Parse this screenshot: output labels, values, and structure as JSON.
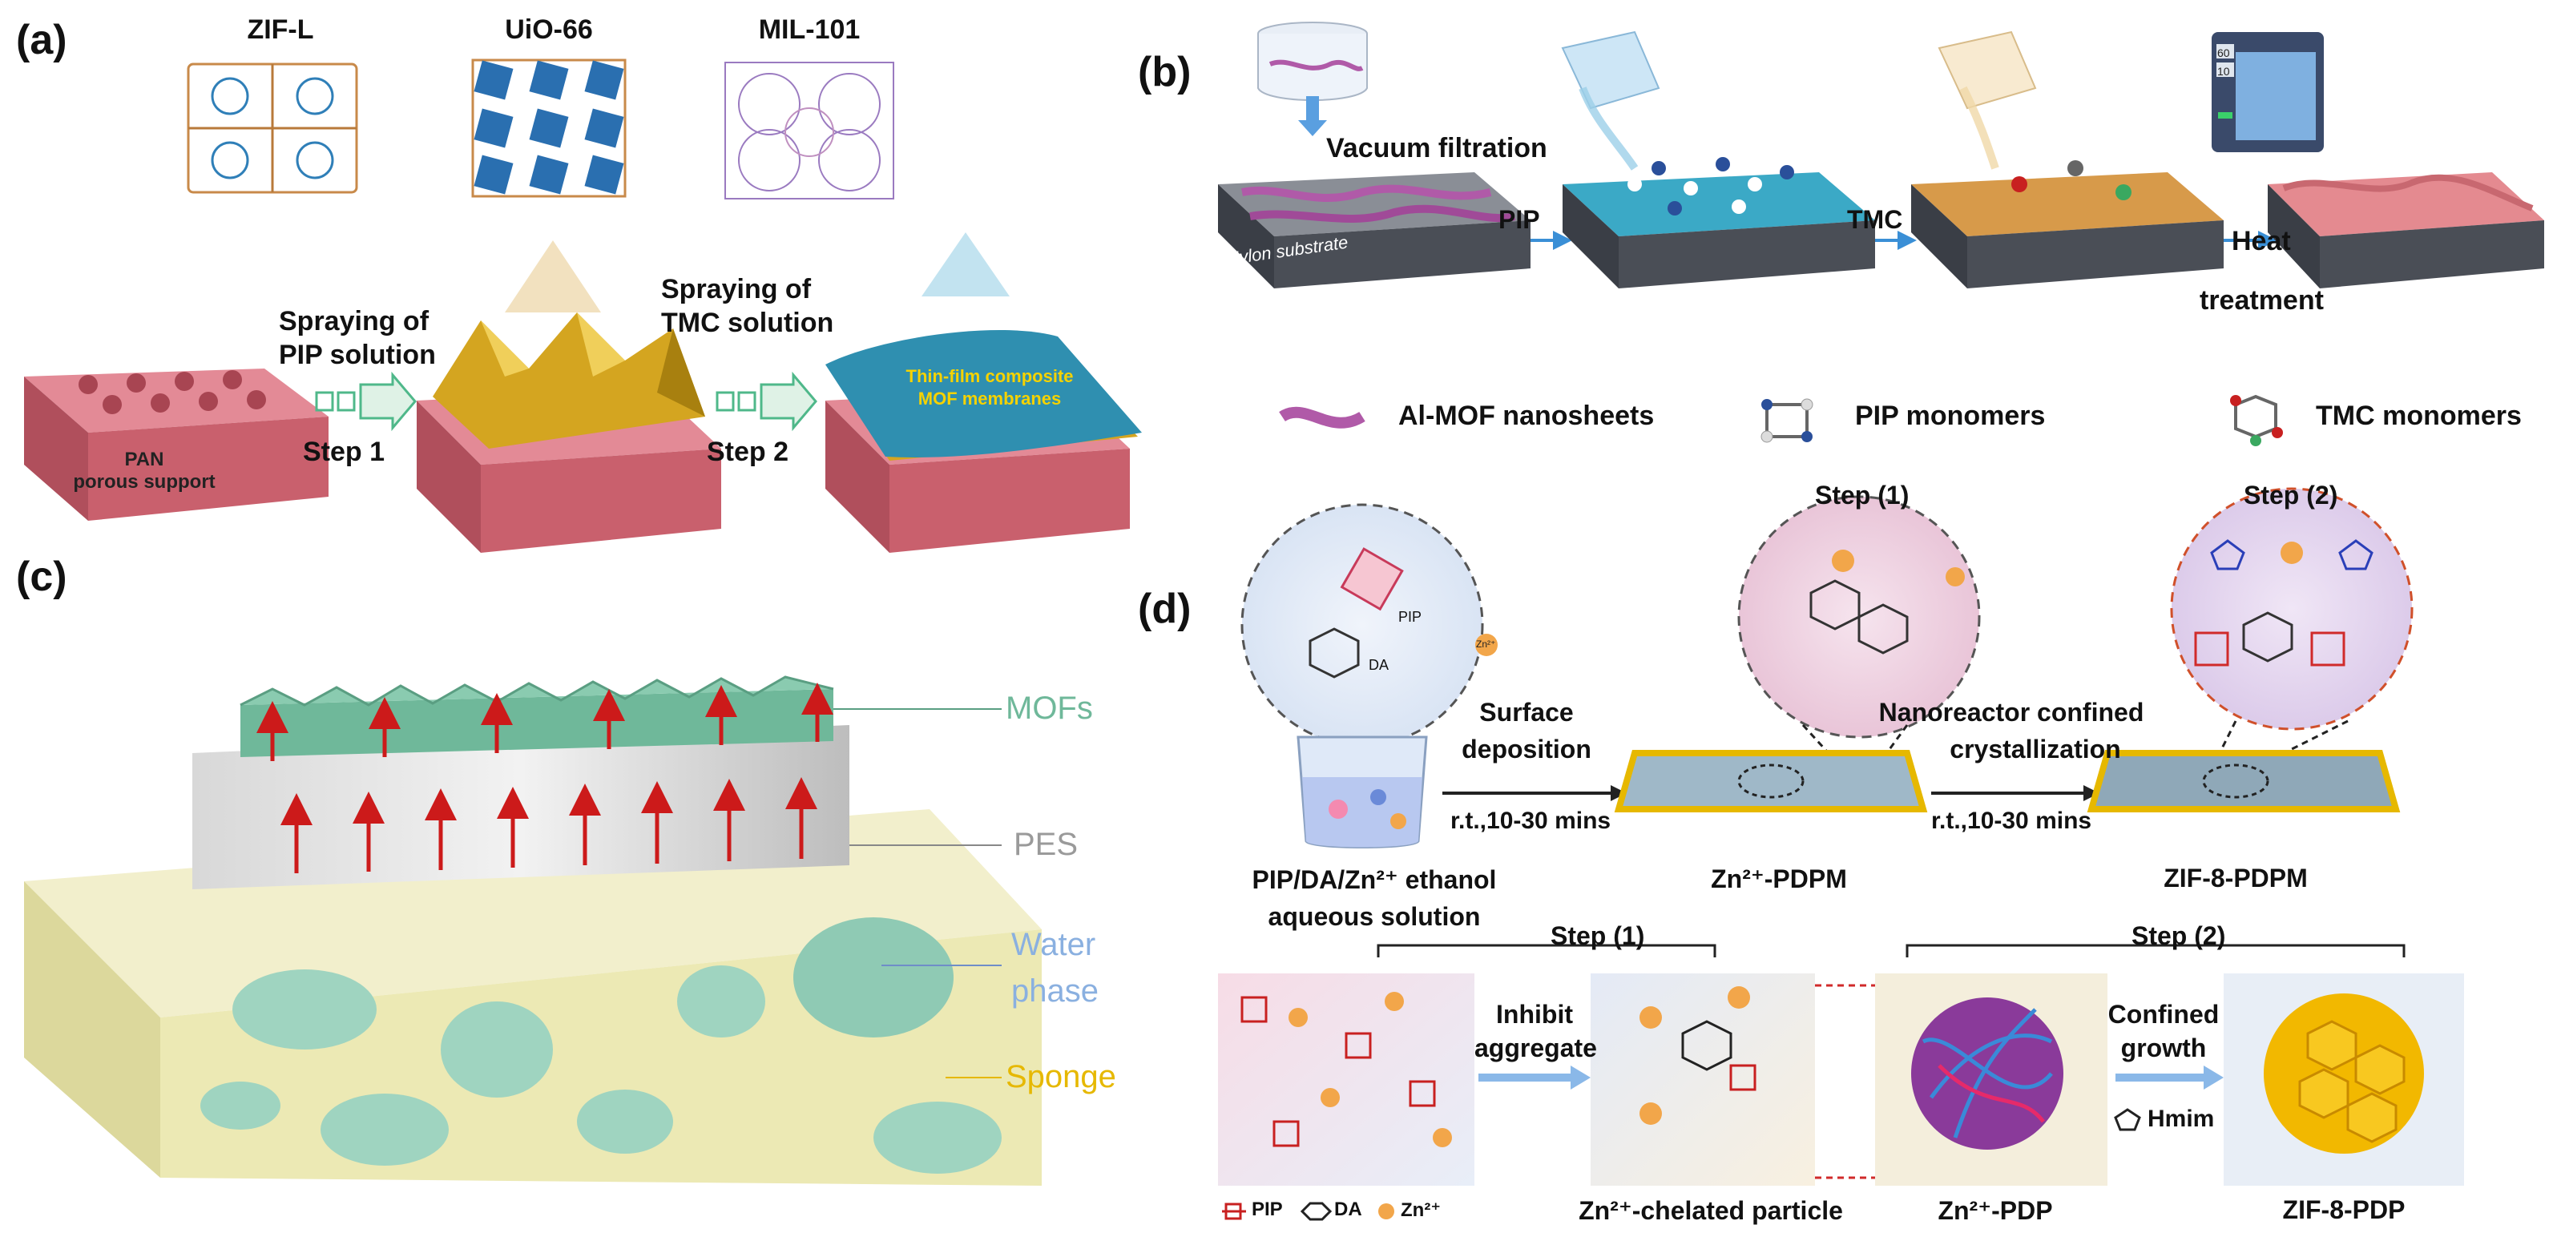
{
  "panel_a": {
    "letter": "(a)",
    "mof1": "ZIF-L",
    "mof2": "UiO-66",
    "mof3": "MIL-101",
    "spray_pip_line1": "Spraying of",
    "spray_pip_line2": "PIP solution",
    "spray_tmc_line1": "Spraying of",
    "spray_tmc_line2": "TMC solution",
    "step1": "Step 1",
    "step2": "Step 2",
    "support_line1": "PAN",
    "support_line2": "porous support",
    "membrane_line1": "Thin-film composite",
    "membrane_line2": "MOF membranes"
  },
  "panel_b": {
    "letter": "(b)",
    "vacuum": "Vacuum filtration",
    "nylon": "Nylon substrate",
    "pip": "PIP",
    "tmc": "TMC",
    "heat_line1": "Heat",
    "heat_line2": "treatment",
    "oven_line1": "60",
    "oven_line2": "10",
    "legend_nanosheets": "Al-MOF nanosheets",
    "legend_pip": "PIP monomers",
    "legend_tmc": "TMC monomers"
  },
  "panel_c": {
    "letter": "(c)",
    "mofs": "MOFs",
    "pes": "PES",
    "water_line1": "Water",
    "water_line2": "phase",
    "sponge": "Sponge"
  },
  "panel_d": {
    "letter": "(d)",
    "step1_top": "Step (1)",
    "step2_top": "Step (2)",
    "pip_mol": "PIP",
    "da_mol": "DA",
    "zn_mol": "Zn²⁺",
    "surface_line1": "Surface",
    "surface_line2": "deposition",
    "cond1": "r.t.,10-30 mins",
    "nano_line1": "Nanoreactor confined",
    "nano_line2": "crystallization",
    "cond2": "r.t.,10-30 mins",
    "sol_line1": "PIP/DA/Zn²⁺ ethanol",
    "sol_line2": "aqueous solution",
    "pdpm": "Zn²⁺-PDPM",
    "zif_pdpm": "ZIF-8-PDPM",
    "step1_bottom": "Step (1)",
    "step2_bottom": "Step (2)",
    "inhibit_line1": "Inhibit",
    "inhibit_line2": "aggregate",
    "confined_line1": "Confined",
    "confined_line2": "growth",
    "hmim": "Hmim",
    "legend_pip": "PIP",
    "legend_da": "DA",
    "legend_zn": "Zn²⁺",
    "chelated": "Zn²⁺-chelated particle",
    "pdp": "Zn²⁺-PDP",
    "zif_pdp": "ZIF-8-PDP"
  },
  "colors": {
    "support_pink": "#d9737f",
    "gold": "#d4a520",
    "membrane_blue": "#2f8fb0",
    "arrow_blue": "#3a8fd6",
    "sponge_yellow": "#ece9b4",
    "mof_green": "#6fb89a",
    "red_arrow": "#cc1a1a",
    "frame_gold": "#e6b800"
  }
}
